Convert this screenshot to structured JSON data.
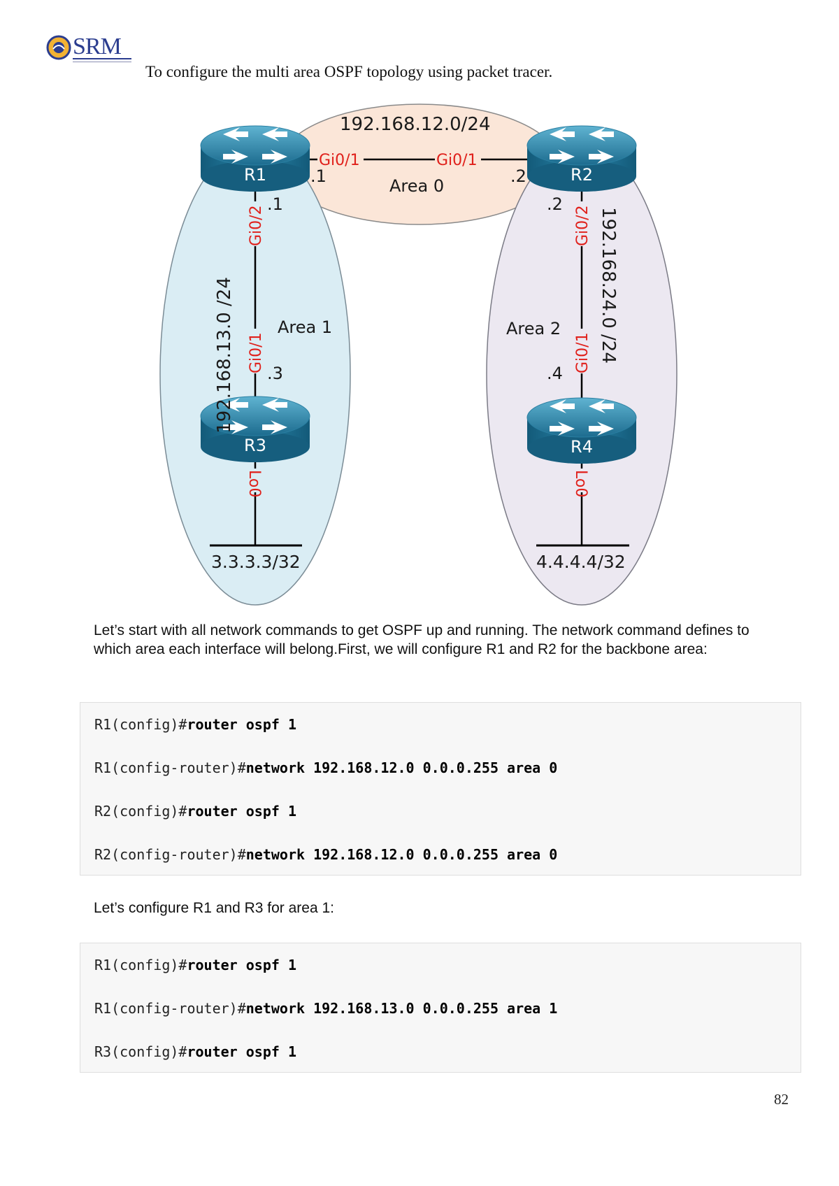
{
  "header": {
    "logo_text": "SRM",
    "intro": "To configure the multi area OSPF topology using packet tracer."
  },
  "topology": {
    "routers": [
      "R1",
      "R2",
      "R3",
      "R4"
    ],
    "areas": [
      "Area 0",
      "Area 1",
      "Area 2"
    ],
    "networks": {
      "r1_r2": "192.168.12.0/24",
      "r1_r3": "192.168.13.0 /24",
      "r2_r4": "192.168.24.0 /24",
      "r3_loopback": "3.3.3.3/32",
      "r4_loopback": "4.4.4.4/32"
    },
    "interfaces": {
      "gi01": "Gi0/1",
      "gi02": "Gi0/2",
      "lo0": "Lo0"
    },
    "host_ids": {
      "r1_to_r2": ".1",
      "r2_to_r1": ".2",
      "r1_to_r3": ".1",
      "r3_to_r1": ".3",
      "r2_to_r4": ".2",
      "r4_to_r2": ".4"
    },
    "colors": {
      "area0": "#fbe6d8",
      "area1": "#daedf4",
      "area2": "#ece8f1",
      "interface_label": "#e0201b"
    }
  },
  "paragraphs": {
    "p1": "Let’s start with all network commands to get OSPF up and running. The network command defines to which area each interface will belong.First, we will configure R1 and R2 for the backbone area:",
    "p2": "Let’s configure R1 and R3 for area 1:"
  },
  "code1": [
    {
      "prompt": "R1(config)#",
      "cmd": "router ospf 1"
    },
    {
      "prompt": "R1(config-router)#",
      "cmd": "network 192.168.12.0 0.0.0.255 area 0"
    },
    {
      "prompt": "R2(config)#",
      "cmd": "router ospf 1"
    },
    {
      "prompt": "R2(config-router)#",
      "cmd": "network 192.168.12.0 0.0.0.255 area 0"
    }
  ],
  "code2": [
    {
      "prompt": "R1(config)#",
      "cmd": "router ospf 1"
    },
    {
      "prompt": "R1(config-router)#",
      "cmd": "network 192.168.13.0 0.0.0.255 area 1"
    },
    {
      "prompt": "R3(config)#",
      "cmd": "router ospf 1"
    }
  ],
  "footer": {
    "page_number": "82"
  }
}
